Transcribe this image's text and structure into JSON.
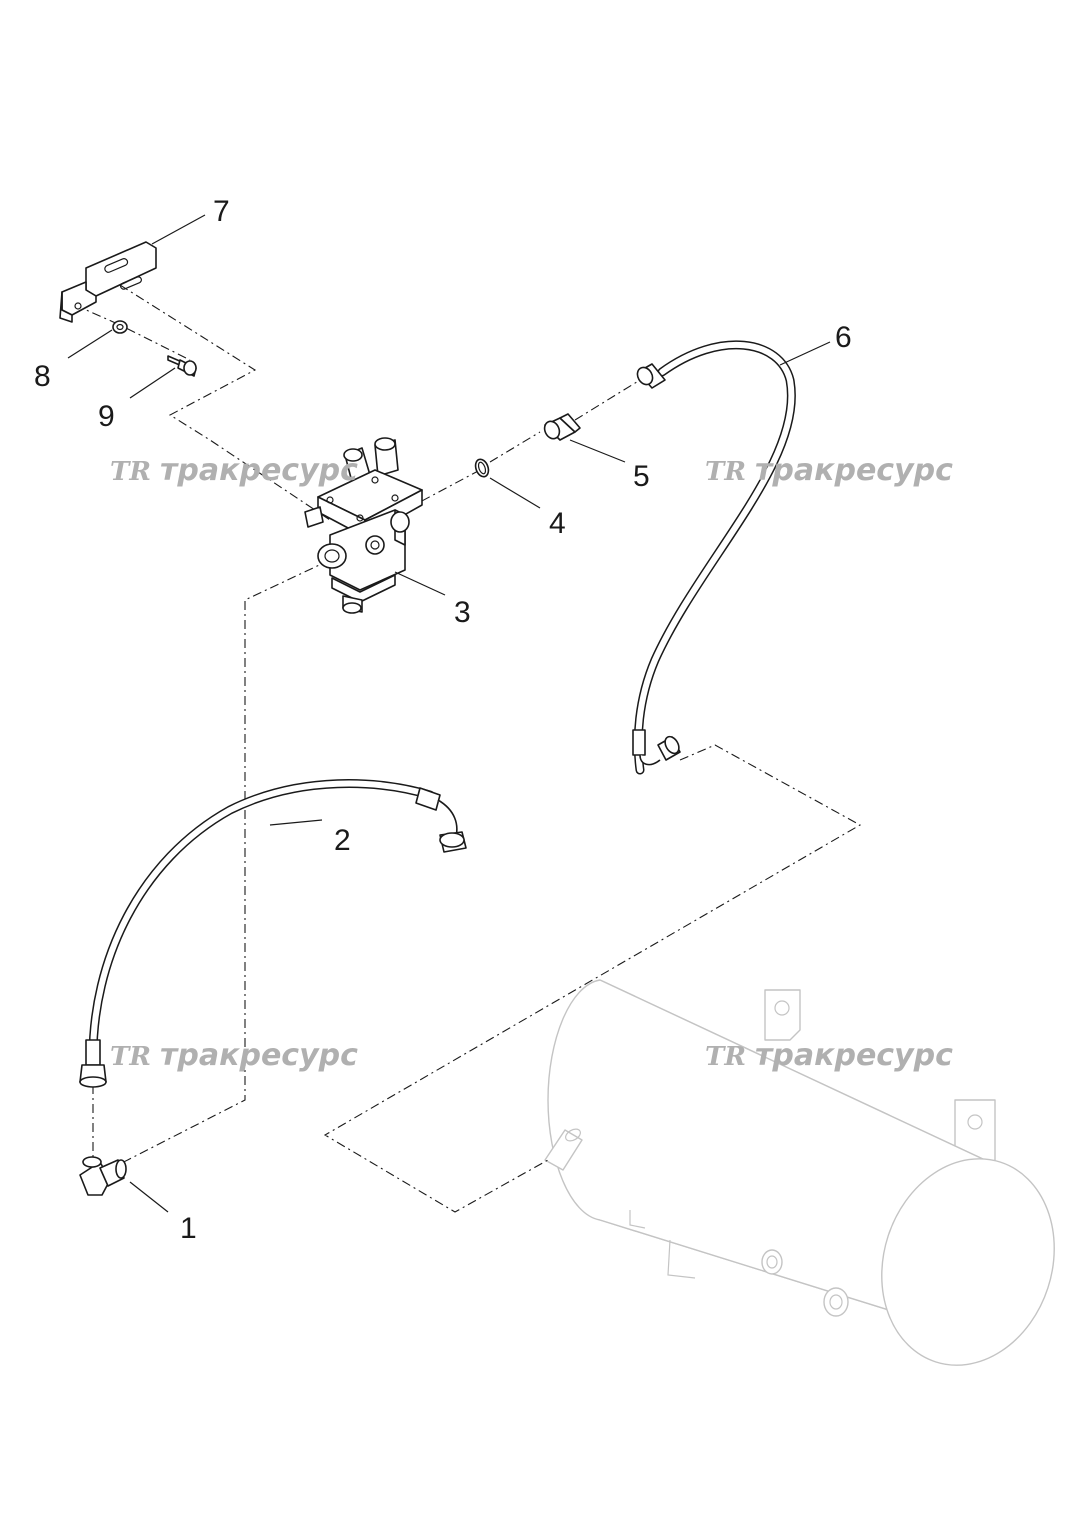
{
  "watermark": {
    "logo": "TR",
    "text": "тракресурс"
  },
  "callouts": [
    {
      "id": "1",
      "label": "1"
    },
    {
      "id": "2",
      "label": "2"
    },
    {
      "id": "3",
      "label": "3"
    },
    {
      "id": "4",
      "label": "4"
    },
    {
      "id": "5",
      "label": "5"
    },
    {
      "id": "6",
      "label": "6"
    },
    {
      "id": "7",
      "label": "7"
    },
    {
      "id": "8",
      "label": "8"
    },
    {
      "id": "9",
      "label": "9"
    }
  ],
  "colors": {
    "line": "#1a1a1a",
    "ghost": "#c4c4c4",
    "watermark": "#b0b0b0",
    "background": "#ffffff"
  }
}
